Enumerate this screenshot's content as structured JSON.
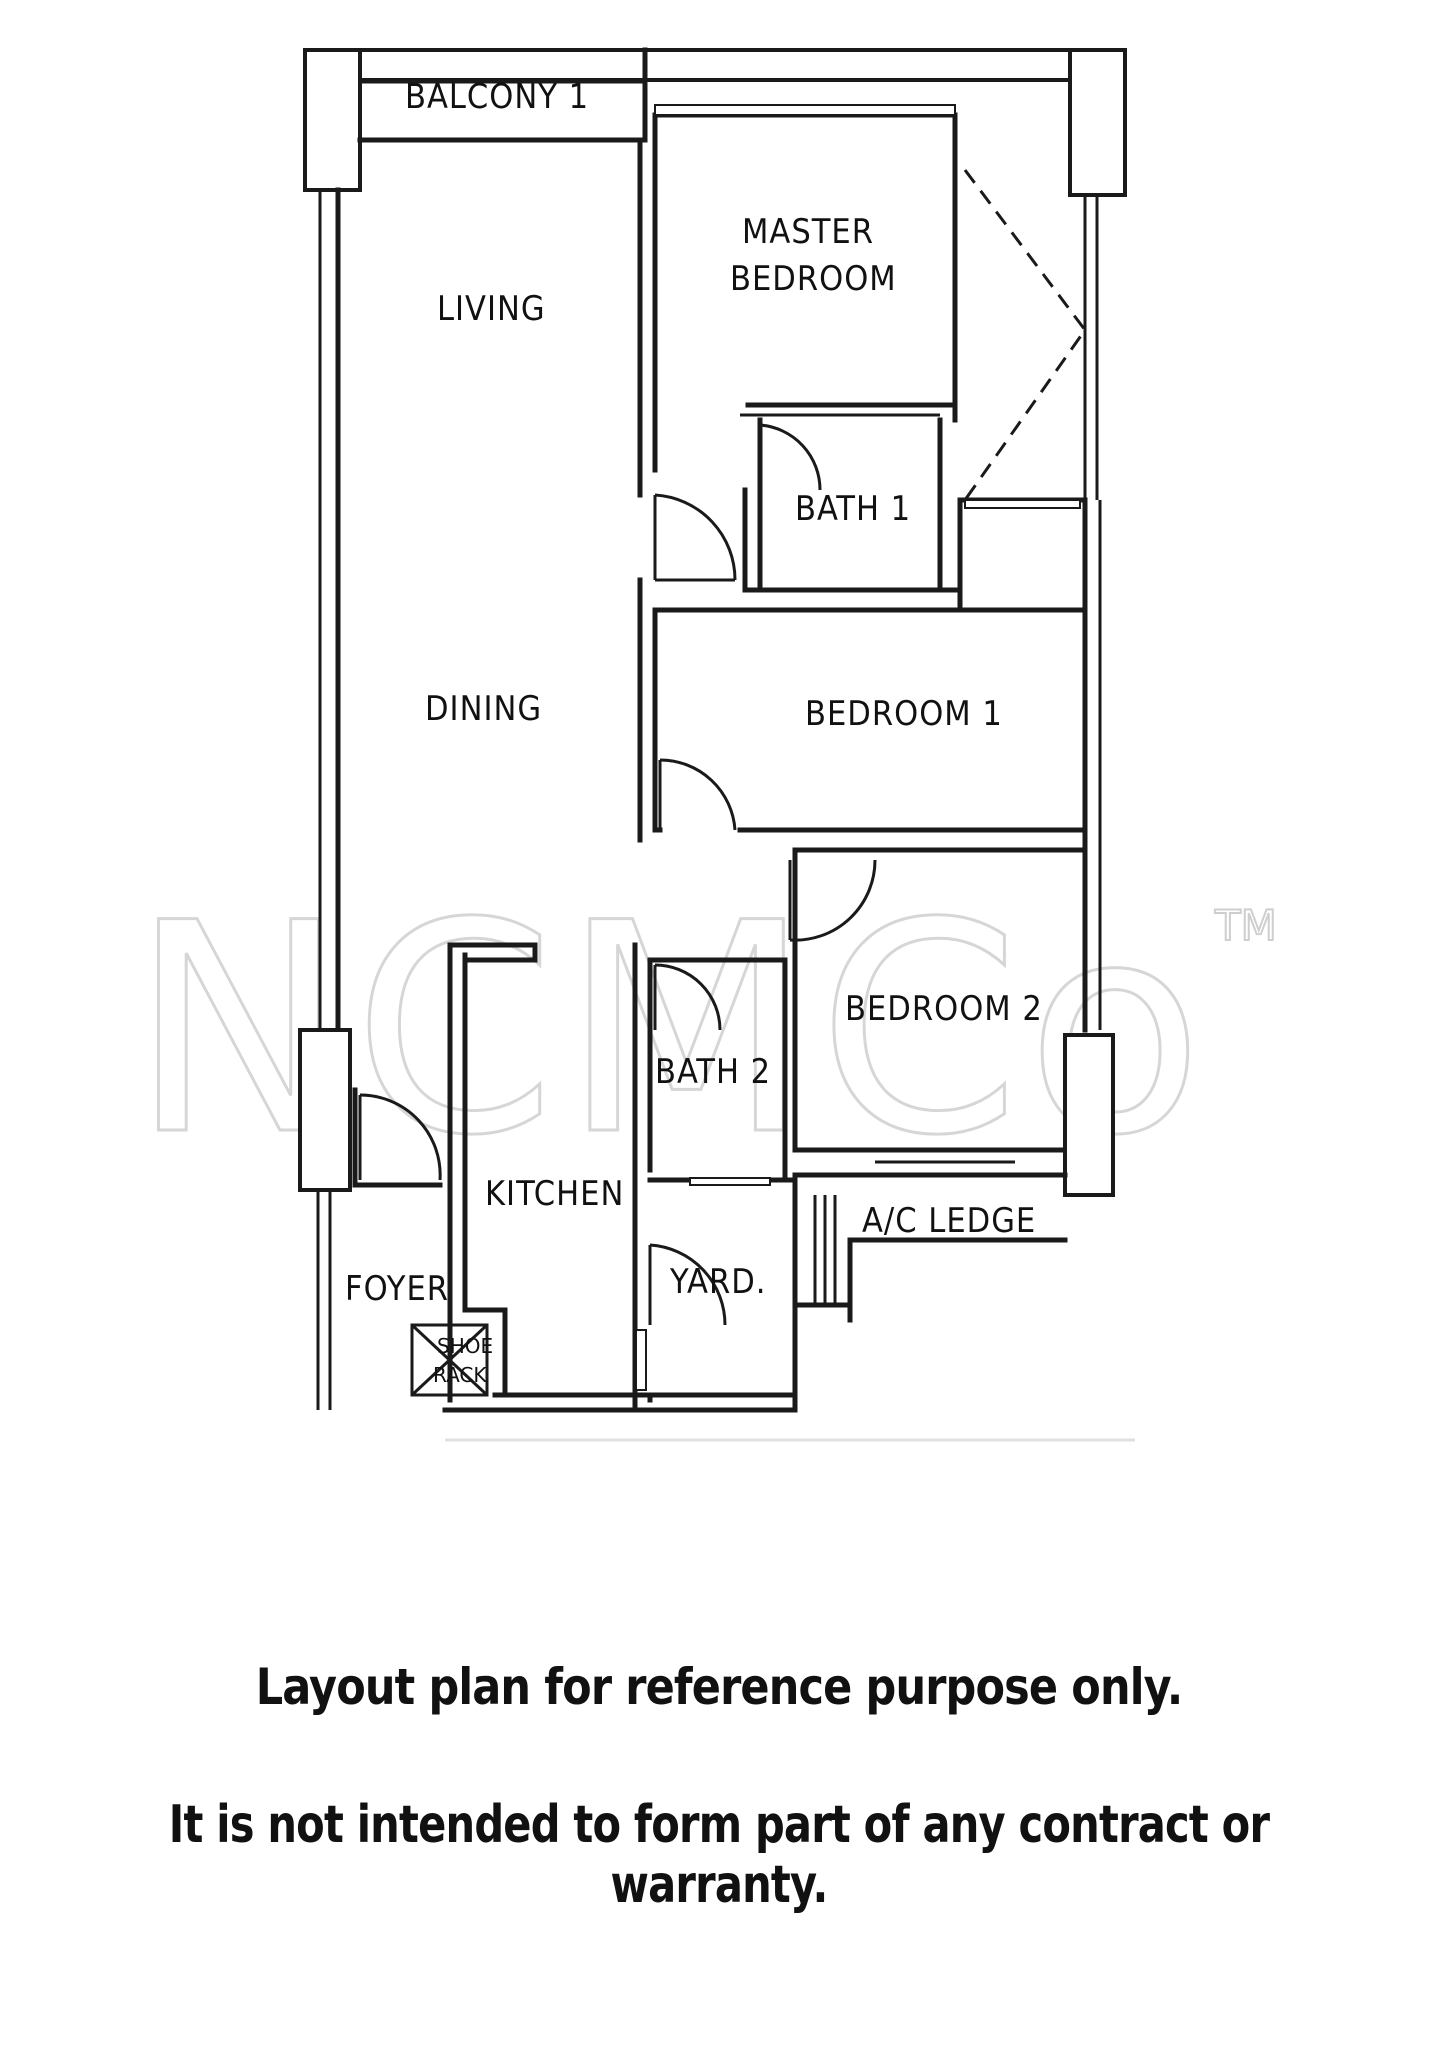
{
  "rooms": {
    "balcony": "BALCONY 1",
    "living": "LIVING",
    "master_bedroom_line1": "MASTER",
    "master_bedroom_line2": "BEDROOM",
    "bath1": "BATH 1",
    "dining": "DINING",
    "bedroom1": "BEDROOM 1",
    "bedroom2": "BEDROOM 2",
    "bath2": "BATH 2",
    "kitchen": "KITCHEN",
    "ac_ledge": "A/C LEDGE",
    "yard": "YARD.",
    "foyer": "FOYER",
    "shoe_rack_line1": "SHOE",
    "shoe_rack_line2": "RACK"
  },
  "watermark": {
    "text": "NCMCo",
    "tm": "TM"
  },
  "disclaimer": {
    "line1": "Layout plan for reference purpose only.",
    "line2": "It is not intended to form part of any contract or warranty."
  }
}
